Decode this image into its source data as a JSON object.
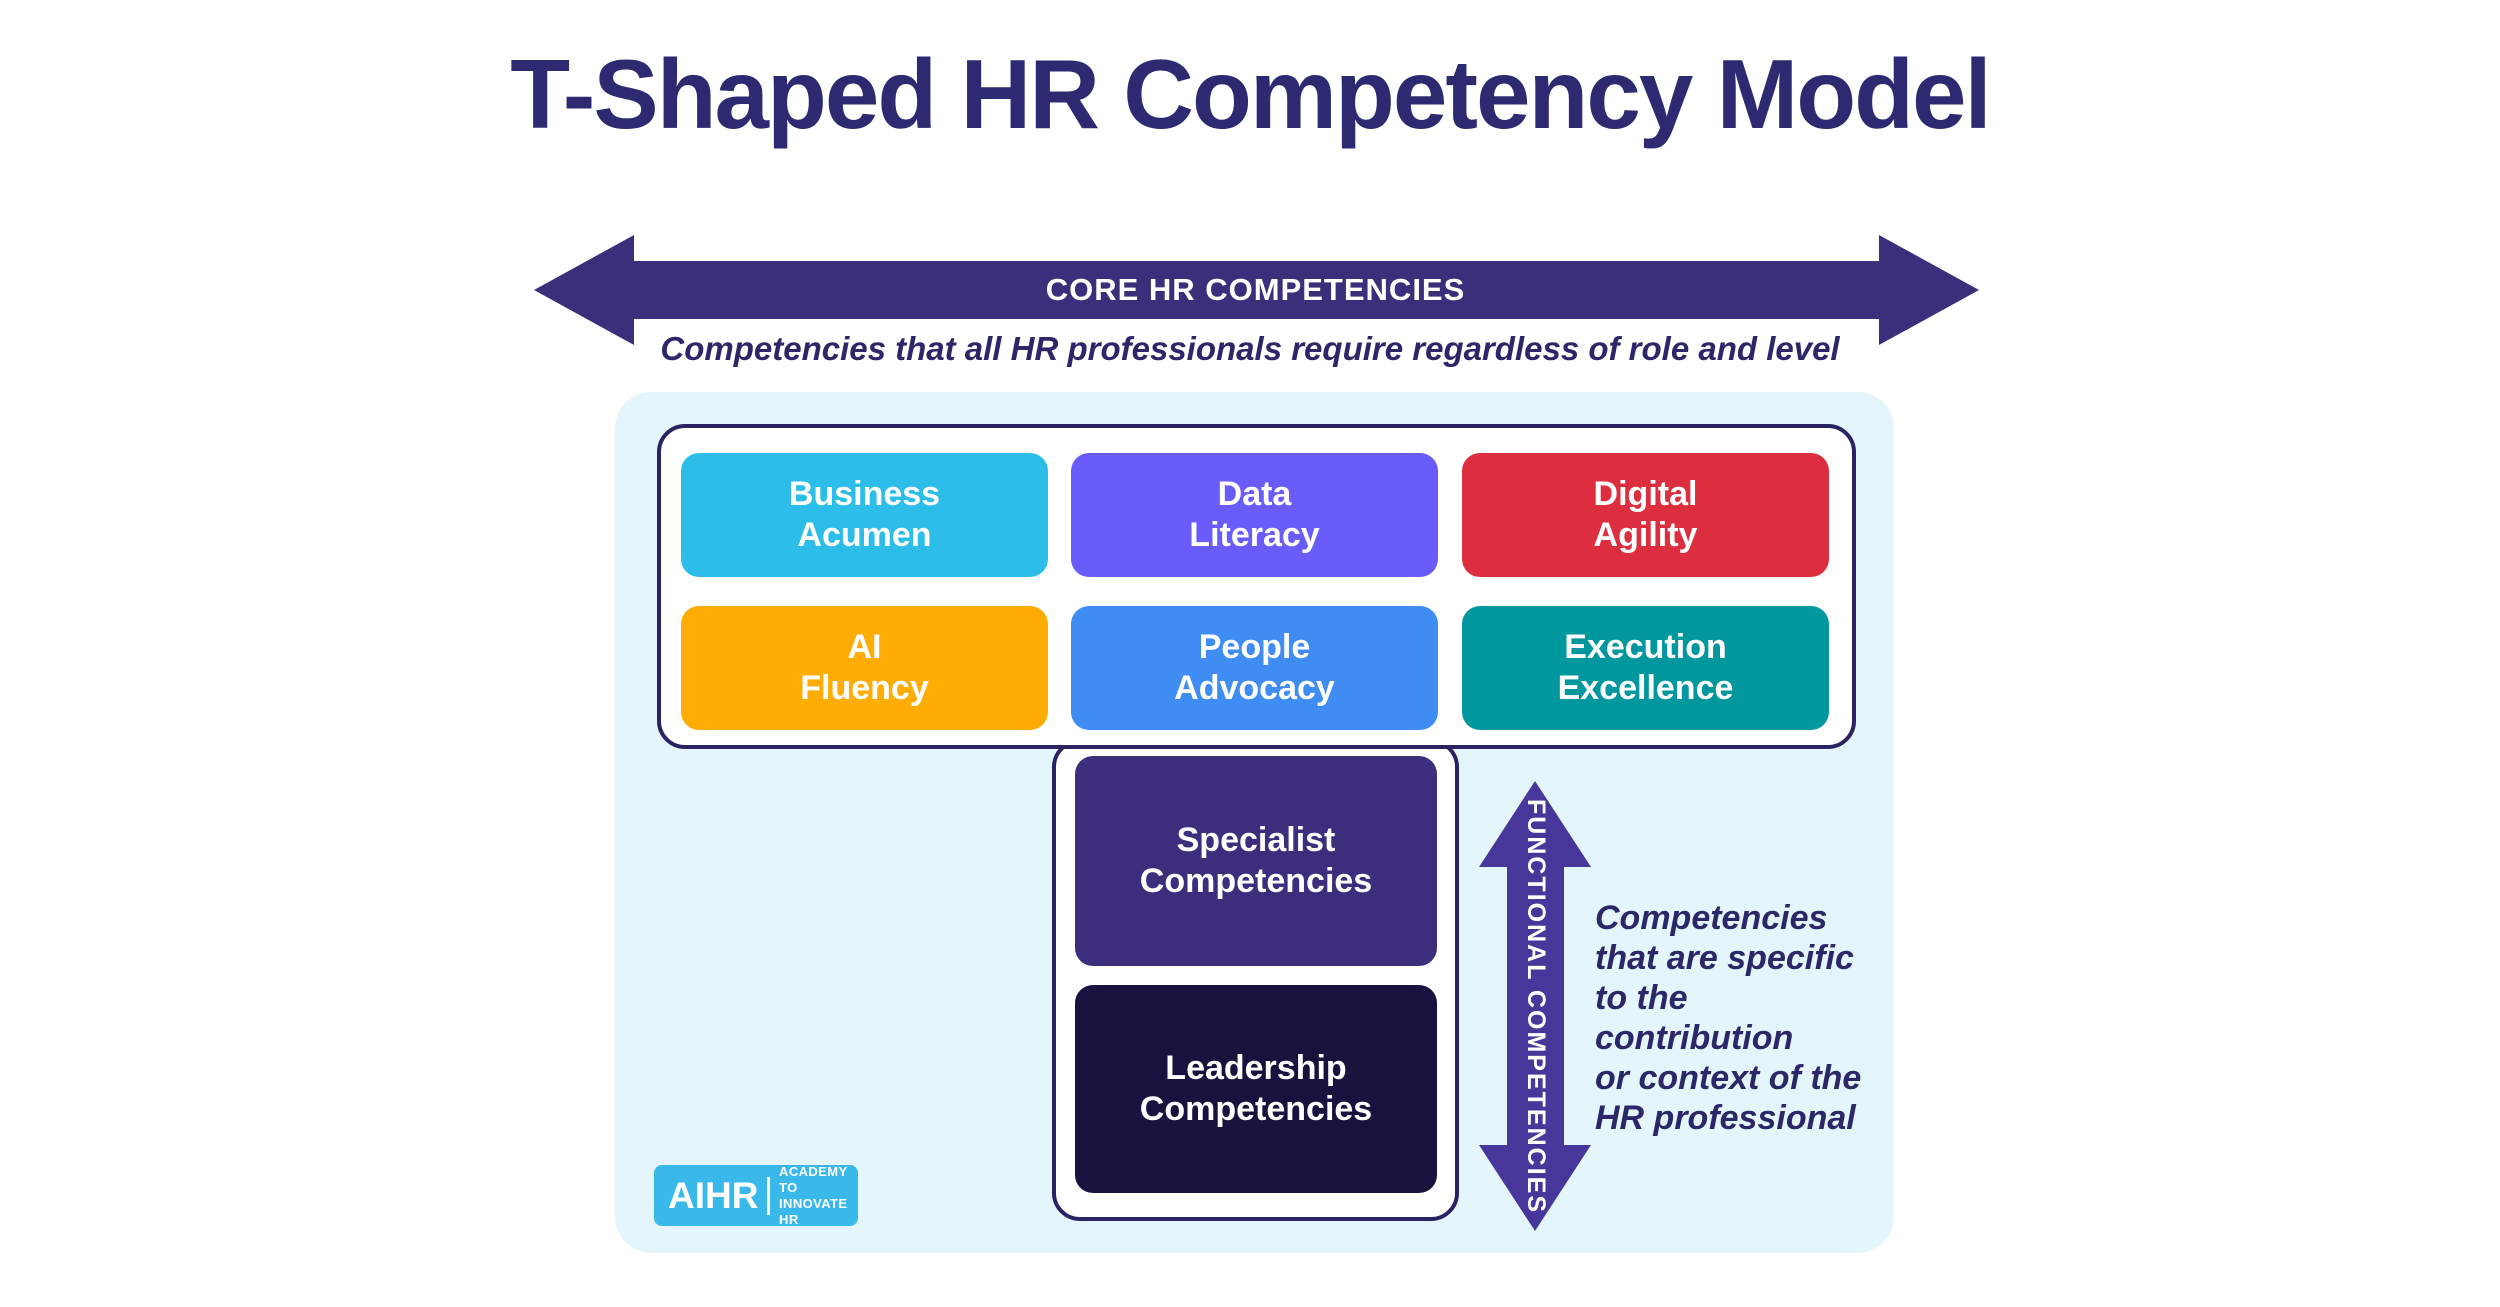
{
  "title": "T-Shaped HR Competency Model",
  "colors": {
    "title_text": "#2E2A72",
    "core_arrow": "#3A2F7B",
    "functional_arrow": "#47379B",
    "panel_bg": "#E4F6FC",
    "box_border": "#2A2262",
    "note_text": "#2C2768",
    "logo_bg": "#39B9E9"
  },
  "core_arrow": {
    "label": "CORE HR COMPETENCIES",
    "subtitle": "Competencies that all HR professionals require regardless of role and level"
  },
  "core_competencies": [
    {
      "label": "Business\nAcumen",
      "color": "#2CBEE8"
    },
    {
      "label": "Data\nLiteracy",
      "color": "#6A5CFA"
    },
    {
      "label": "Digital\nAgility",
      "color": "#DC2E3E"
    },
    {
      "label": "AI\nFluency",
      "color": "#FFAD05"
    },
    {
      "label": "People\nAdvocacy",
      "color": "#3F8CF3"
    },
    {
      "label": "Execution\nExcellence",
      "color": "#00989E"
    }
  ],
  "functional_competencies": [
    {
      "label": "Specialist\nCompetencies",
      "color": "#3C2D7D"
    },
    {
      "label": "Leadership\nCompetencies",
      "color": "#18123F"
    }
  ],
  "functional_arrow": {
    "label": "FUNCTIONAL COMPETENCIES",
    "note": "Competencies\nthat are specific\nto the contribution\nor context of the\nHR professional"
  },
  "logo": {
    "name": "AIHR",
    "tagline": "ACADEMY TO\nINNOVATE HR"
  }
}
